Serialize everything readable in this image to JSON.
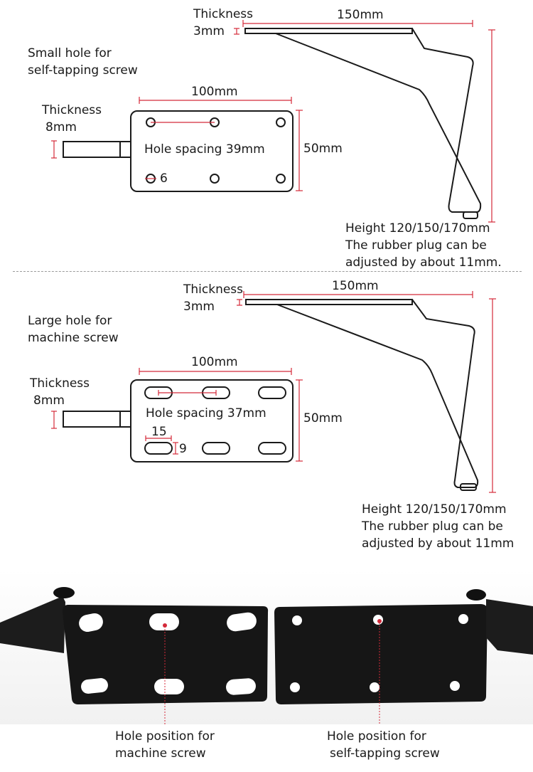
{
  "top_section": {
    "thickness_plate": {
      "label": "Thickness",
      "value": "3mm"
    },
    "length_label": "150mm",
    "hole_type_note": [
      "Small hole for",
      "self-tapping screw"
    ],
    "thickness_mount": {
      "label": "Thickness",
      "value": "8mm"
    },
    "plate_width_label": "100mm",
    "plate_height_label": "50mm",
    "hole_spacing_label": "Hole spacing 39mm",
    "hole_diameter_label": "6",
    "height_note": [
      "Height 120/150/170mm",
      "The rubber plug can be",
      "adjusted by about 11mm."
    ]
  },
  "bottom_section": {
    "thickness_plate": {
      "label": "Thickness",
      "value": "3mm"
    },
    "length_label": "150mm",
    "hole_type_note": [
      "Large hole for",
      "machine screw"
    ],
    "thickness_mount": {
      "label": "Thickness",
      "value": "8mm"
    },
    "plate_width_label": "100mm",
    "plate_height_label": "50mm",
    "hole_spacing_label": "Hole spacing 37mm",
    "slot_length_label": "15",
    "slot_width_label": "9",
    "height_note": [
      "Height 120/150/170mm",
      "The rubber plug can be",
      "adjusted by about 11mm"
    ]
  },
  "photo_section": {
    "left_caption": [
      "Hole position for",
      "machine screw"
    ],
    "right_caption": [
      "Hole position for",
      "self-tapping screw"
    ]
  },
  "colors": {
    "dimension_line": "#d42a3a",
    "outline": "#1a1a1a",
    "plate_black": "#161616",
    "divider": "#9a9a9a"
  }
}
